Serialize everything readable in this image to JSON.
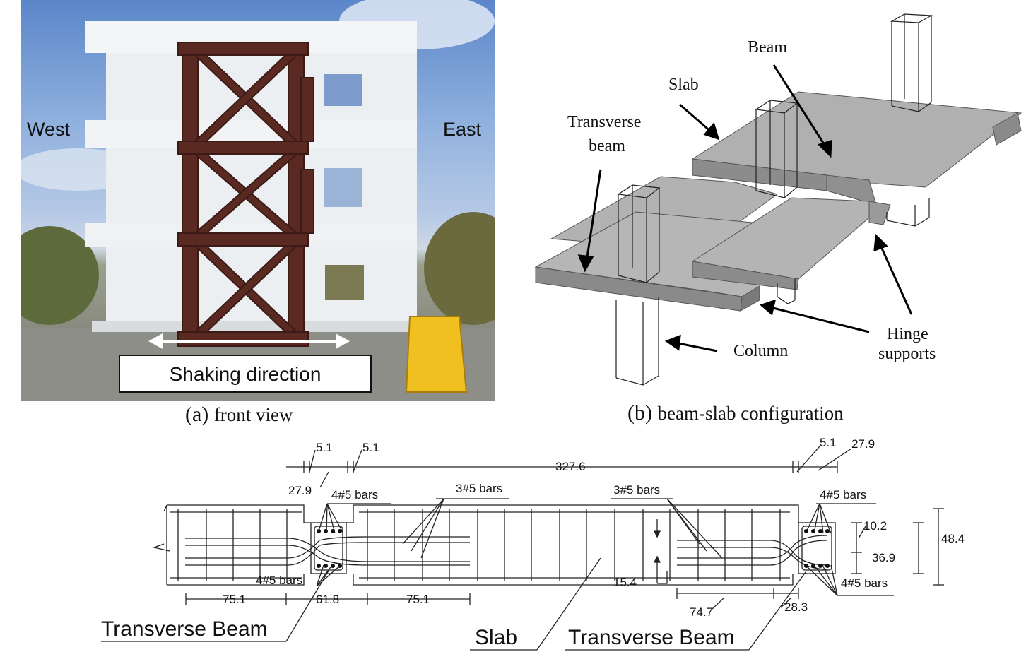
{
  "photo": {
    "west_label": "West",
    "east_label": "East",
    "shaking_label": "Shaking direction",
    "caption_letter": "(a)",
    "caption_text": "front view"
  },
  "iso": {
    "labels": {
      "beam": "Beam",
      "slab": "Slab",
      "transverse_1": "Transverse",
      "transverse_2": "beam",
      "column": "Column",
      "hinge_1": "Hinge",
      "hinge_2": "supports"
    },
    "caption_letter": "(b)",
    "caption_text": "beam-slab configuration"
  },
  "section": {
    "dims": {
      "d_5_1_a": "5.1",
      "d_5_1_b": "5.1",
      "d_327_6": "327.6",
      "d_5_1_c": "5.1",
      "d_27_9_a": "27.9",
      "d_27_9_b": "27.9",
      "d_10_2": "10.2",
      "d_36_9": "36.9",
      "d_48_4": "48.4",
      "d_15_4": "15.4",
      "d_75_1_a": "75.1",
      "d_61_8": "61.8",
      "d_75_1_b": "75.1",
      "d_74_7": "74.7",
      "d_28_3": "28.3"
    },
    "bars": {
      "top_left": "4#5 bars",
      "bars_3_left": "3#5 bars",
      "bars_3_right": "3#5 bars",
      "top_right": "4#5 bars",
      "bottom_left": "4#5 bars",
      "bottom_right": "4#5 bars"
    },
    "labels": {
      "transverse_left": "Transverse Beam",
      "slab": "Slab",
      "transverse_right": "Transverse Beam"
    }
  }
}
